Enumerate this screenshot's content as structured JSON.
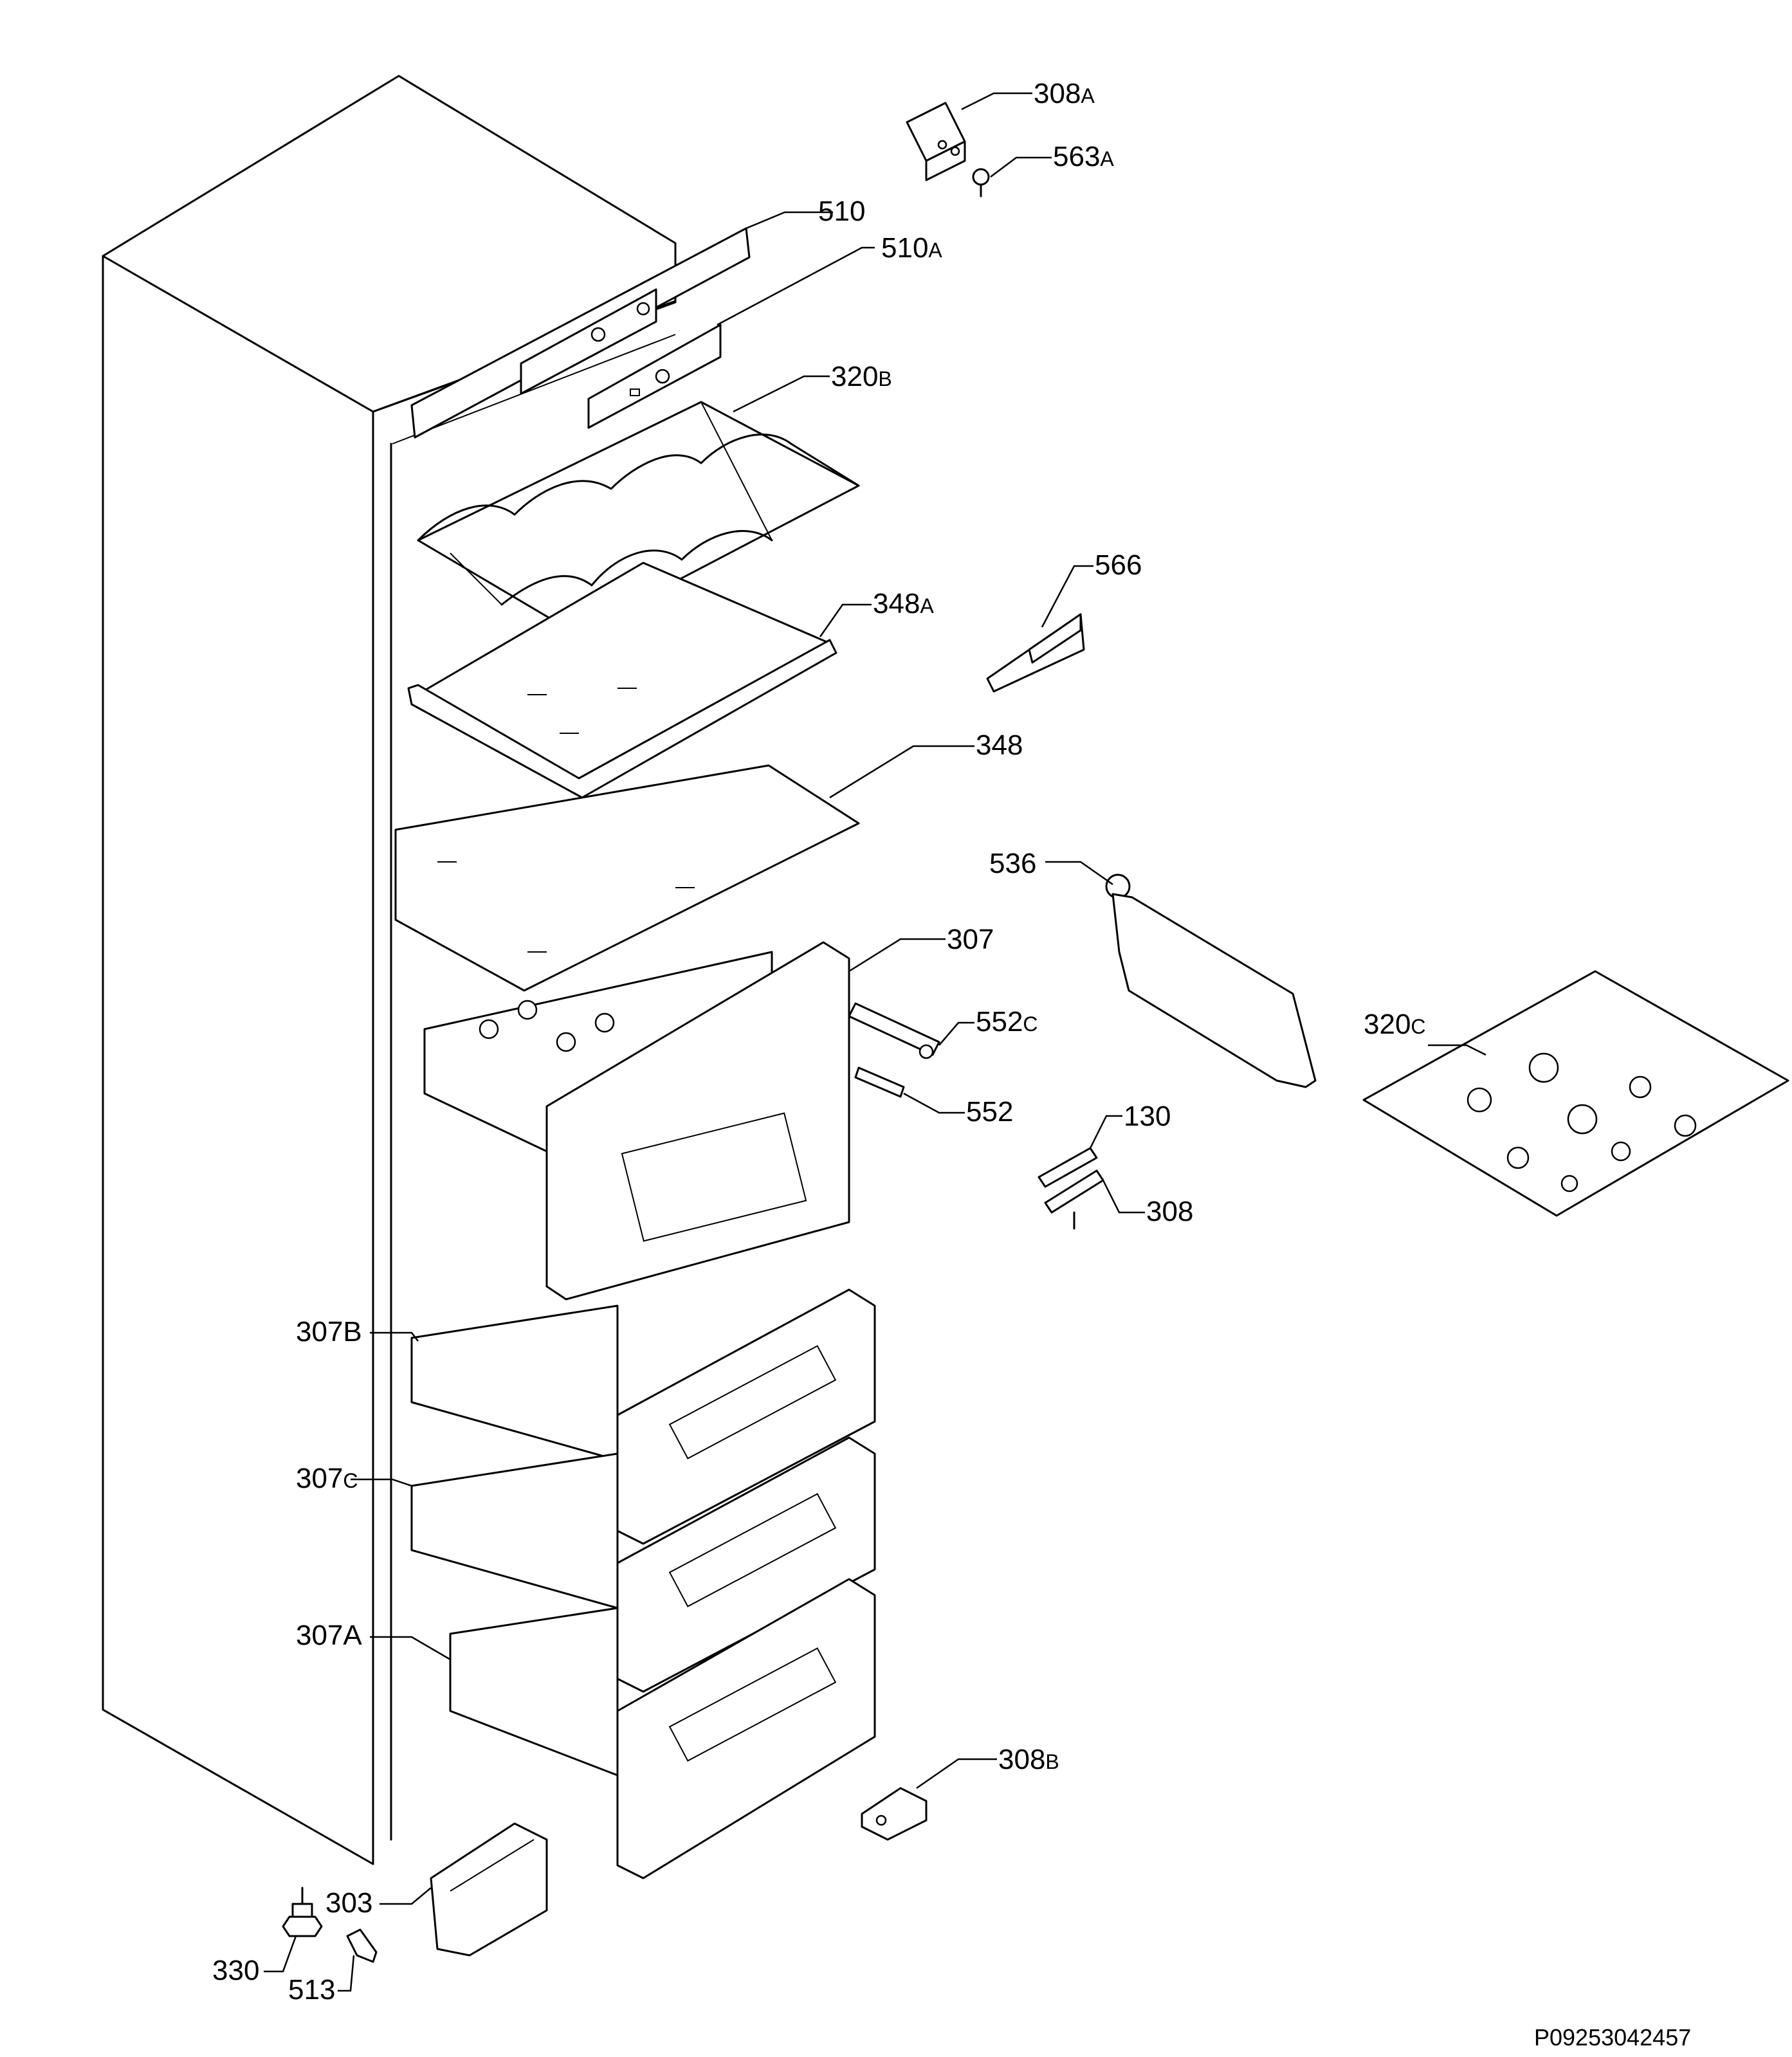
{
  "diagram": {
    "drawing_code": "P09253042457",
    "callouts": [
      {
        "id": "308A",
        "num": "308",
        "suffix": "A"
      },
      {
        "id": "563A",
        "num": "563",
        "suffix": "A"
      },
      {
        "id": "510",
        "num": "510",
        "suffix": ""
      },
      {
        "id": "510A",
        "num": "510",
        "suffix": "A"
      },
      {
        "id": "320B",
        "num": "320",
        "suffix": "B"
      },
      {
        "id": "566",
        "num": "566",
        "suffix": ""
      },
      {
        "id": "348A",
        "num": "348",
        "suffix": "A"
      },
      {
        "id": "348",
        "num": "348",
        "suffix": ""
      },
      {
        "id": "536",
        "num": "536",
        "suffix": ""
      },
      {
        "id": "307",
        "num": "307",
        "suffix": ""
      },
      {
        "id": "552C",
        "num": "552",
        "suffix": "C"
      },
      {
        "id": "552",
        "num": "552",
        "suffix": ""
      },
      {
        "id": "320C",
        "num": "320",
        "suffix": "C"
      },
      {
        "id": "130",
        "num": "130",
        "suffix": ""
      },
      {
        "id": "308",
        "num": "308",
        "suffix": ""
      },
      {
        "id": "307B",
        "num": "307B",
        "suffix": ""
      },
      {
        "id": "307C",
        "num": "307",
        "suffix": "C"
      },
      {
        "id": "307A",
        "num": "307A",
        "suffix": ""
      },
      {
        "id": "308B",
        "num": "308",
        "suffix": "B"
      },
      {
        "id": "303",
        "num": "303",
        "suffix": ""
      },
      {
        "id": "330",
        "num": "330",
        "suffix": ""
      },
      {
        "id": "513",
        "num": "513",
        "suffix": ""
      }
    ]
  }
}
